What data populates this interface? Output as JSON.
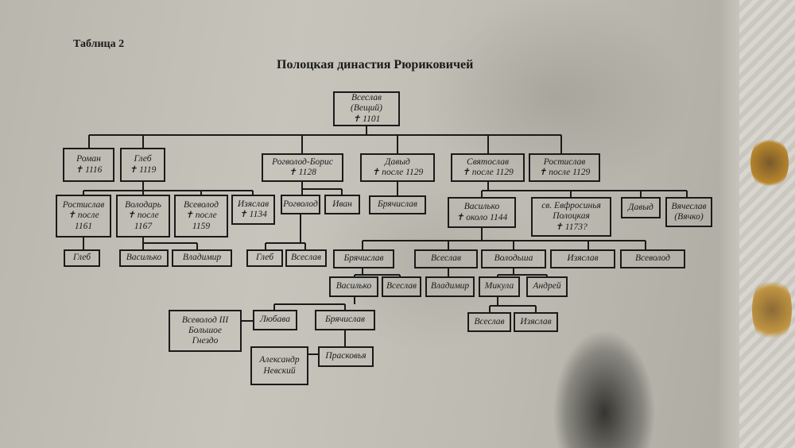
{
  "header": {
    "table_label": "Таблица 2",
    "title": "Полоцкая династия Рюриковичей"
  },
  "nodes": {
    "vseslav_root": [
      "Всеслав",
      "(Вещий)",
      "✝ 1101"
    ],
    "roman": [
      "Роман",
      "✝ 1116"
    ],
    "gleb": [
      "Глеб",
      "✝ 1119"
    ],
    "rogvolod_boris": [
      "Рогволод-Борис",
      "✝ 1128"
    ],
    "david": [
      "Давыд",
      "✝ после 1129"
    ],
    "svyatoslav": [
      "Святослав",
      "✝ после 1129"
    ],
    "rostislav": [
      "Ростислав",
      "✝ после 1129"
    ],
    "rostislav_g": [
      "Ростислав",
      "✝ после",
      "1161"
    ],
    "volodar": [
      "Володарь",
      "✝ после",
      "1167"
    ],
    "vsevolod_g": [
      "Всеволод",
      "✝ после",
      "1159"
    ],
    "izyaslav_g": [
      "Изяслав",
      "✝ 1134"
    ],
    "rogvolod": [
      "Рогволод"
    ],
    "ivan": [
      "Иван"
    ],
    "bryachislav_d": [
      "Брячислав"
    ],
    "vasilko_s": [
      "Василько",
      "✝ около 1144"
    ],
    "evfrosinya": [
      "св. Евфросинья",
      "Полоцкая",
      "✝ 1173?"
    ],
    "david_s": [
      "Давыд"
    ],
    "vyacheslav": [
      "Вячеслав",
      "(Вячко)"
    ],
    "gleb_r": [
      "Глеб"
    ],
    "vasilko_v": [
      "Василько"
    ],
    "vladimir_v": [
      "Владимир"
    ],
    "gleb_rg": [
      "Глеб"
    ],
    "vseslav_rg": [
      "Всеслав"
    ],
    "bryachislav_v": [
      "Брячислав"
    ],
    "vseslav_v": [
      "Всеслав"
    ],
    "volodsha": [
      "Володьша"
    ],
    "izyaslav_v": [
      "Изяслав"
    ],
    "vsevolod_v": [
      "Всеволод"
    ],
    "vasilko_b": [
      "Василько"
    ],
    "vseslav_b": [
      "Всеслав"
    ],
    "vladimir_vs": [
      "Владимир"
    ],
    "mikula": [
      "Микула"
    ],
    "andrey": [
      "Андрей"
    ],
    "vsevolod_iii": [
      "Всеволод III",
      "Большое",
      "Гнездо"
    ],
    "lyubava": [
      "Любава"
    ],
    "bryachislav_vb": [
      "Брячислав"
    ],
    "vseslav_m": [
      "Всеслав"
    ],
    "izyaslav_m": [
      "Изяслав"
    ],
    "aleksandr": [
      "Александр",
      "Невский"
    ],
    "praskovya": [
      "Прасковья"
    ]
  }
}
